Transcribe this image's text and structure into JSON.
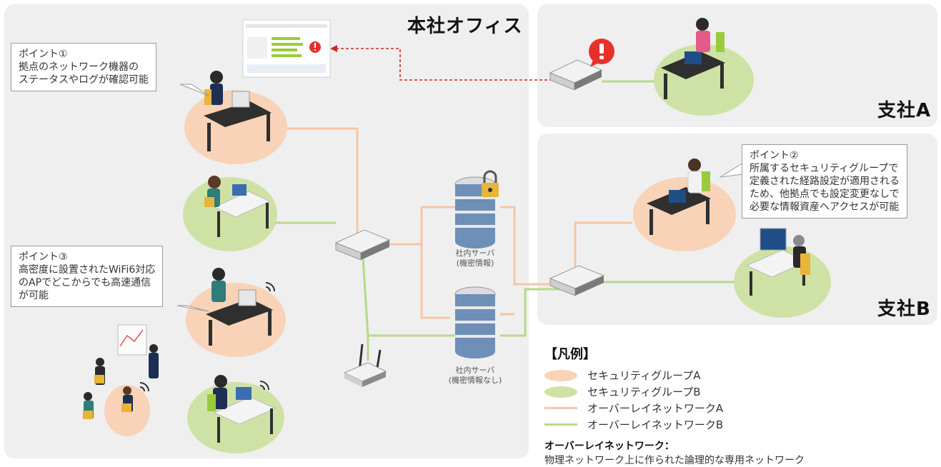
{
  "colors": {
    "group_a": "#f8d3b8",
    "group_b": "#cfe2a5",
    "overlay_a": "#f4c6a6",
    "overlay_b": "#b7d98a",
    "alert": "#e8302a"
  },
  "regions": {
    "hq_title": "本社オフィス",
    "branch_a_title": "支社A",
    "branch_b_title": "支社B"
  },
  "callouts": {
    "point1": {
      "title": "ポイント①",
      "lines": [
        "拠点のネットワーク機器の",
        "ステータスやログが確認可能"
      ]
    },
    "point2": {
      "title": "ポイント②",
      "lines": [
        "所属するセキュリティグループで",
        "定義された経路設定が適用される",
        "ため、他拠点でも設定変更なしで",
        "必要な情報資産へアクセスが可能"
      ]
    },
    "point3": {
      "title": "ポイント③",
      "lines": [
        "高密度に設置されたWiFi6対応",
        "のAPでどこからでも高速通信",
        "が可能"
      ]
    }
  },
  "servers": {
    "confidential": {
      "line1": "社内サーバ",
      "line2": "(機密情報)"
    },
    "non_confidential": {
      "line1": "社内サーバ",
      "line2": "(機密情報なし)"
    }
  },
  "legend": {
    "title": "【凡例】",
    "items": [
      {
        "label": "セキュリティグループA",
        "kind": "ellipse",
        "color": "#f8d3b8"
      },
      {
        "label": "セキュリティグループB",
        "kind": "ellipse",
        "color": "#cfe2a5"
      },
      {
        "label": "オーバーレイネットワークA",
        "kind": "line",
        "color": "#f4c6a6"
      },
      {
        "label": "オーバーレイネットワークB",
        "kind": "line",
        "color": "#b7d98a"
      }
    ],
    "note_title": "オーバーレイネットワーク：",
    "note": "物理ネットワーク上に作られた論理的な専用ネットワーク"
  },
  "icons": {
    "alert": "alert-icon",
    "lock": "lock-icon",
    "wifi": "wifi-icon",
    "switch": "switch-icon",
    "server": "server-icon",
    "access_point": "access-point-icon",
    "workstation": "workstation-icon",
    "dashboard": "dashboard-icon"
  }
}
